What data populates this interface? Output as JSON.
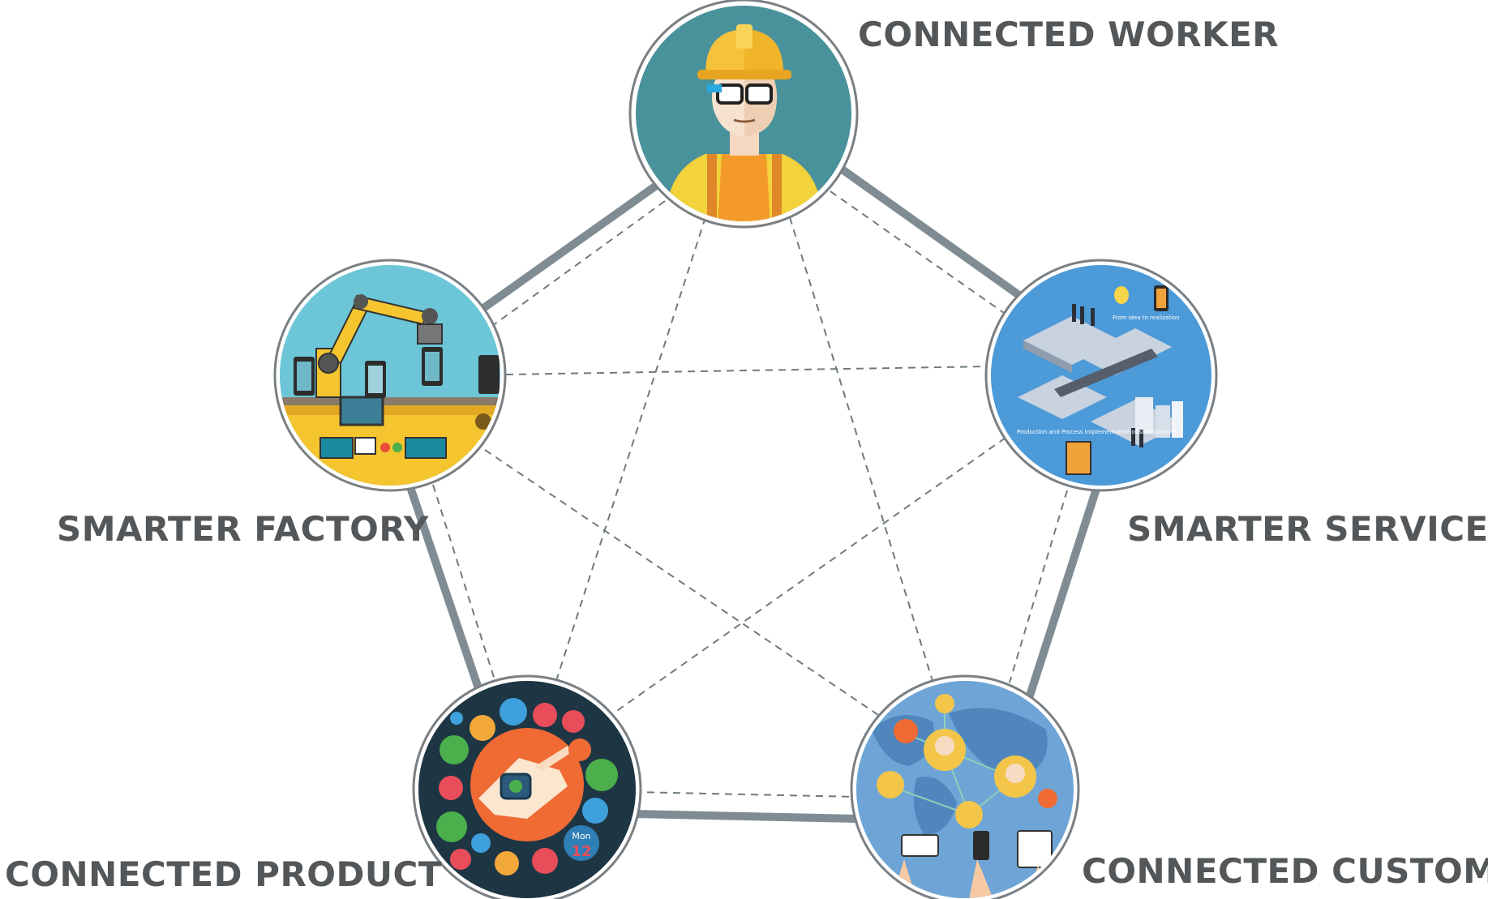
{
  "nodes": {
    "worker": {
      "label": "CONNECTED WORKER",
      "bg": "#4a929b"
    },
    "factory": {
      "label": "SMARTER FACTORY",
      "bg": "#6cc6d8"
    },
    "service": {
      "label": "SMARTER SERVICE",
      "bg": "#4d9ad8"
    },
    "product": {
      "label": "CONNECTED PRODUCT",
      "bg": "#1e3644"
    },
    "customer": {
      "label": "CONNECTED CUSTOMER",
      "bg": "#6ea5d6"
    }
  },
  "colors": {
    "text": "#545759",
    "solid_edge": "#7f8c93",
    "dashed_edge": "#6f7a80",
    "ring": "#7a7f83"
  },
  "service_image_text": {
    "idea": "From idea to realization",
    "process": "Production and Process Implementation of smartphones"
  },
  "product_image_text": {
    "day": "Mon",
    "date": "12"
  }
}
